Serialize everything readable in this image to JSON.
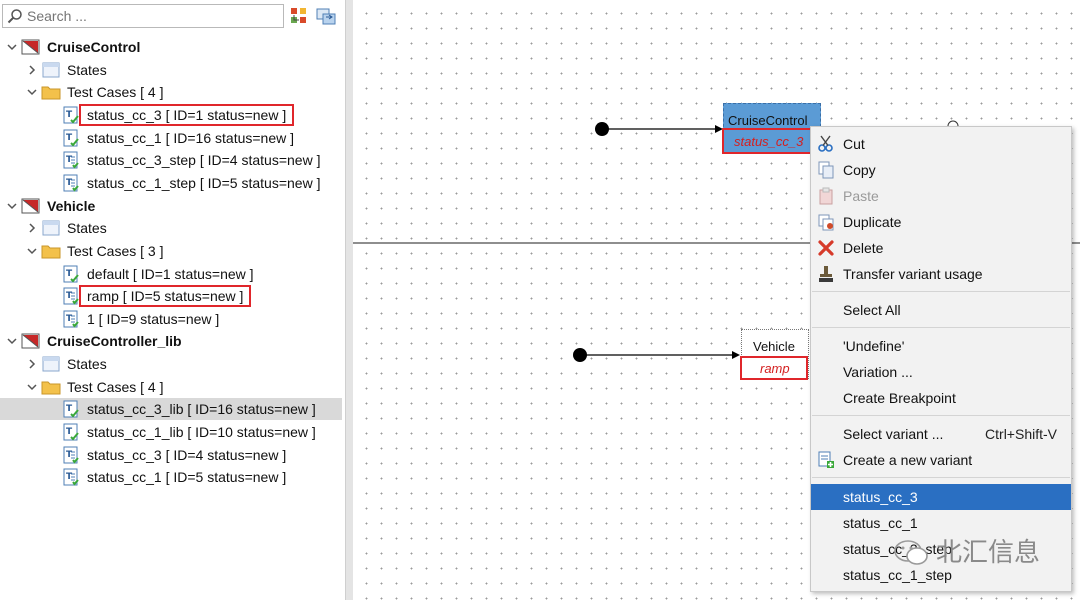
{
  "search": {
    "placeholder": "Search ..."
  },
  "tree": [
    {
      "label": "CruiseControl",
      "kind": "model",
      "bold": true
    },
    {
      "label": "States",
      "kind": "states"
    },
    {
      "label": "Test Cases  [ 4 ]",
      "kind": "folder"
    },
    {
      "label": "status_cc_3  [ ID=1 status=new ]",
      "kind": "test-case"
    },
    {
      "label": "status_cc_1  [ ID=16 status=new ]",
      "kind": "test-case"
    },
    {
      "label": "status_cc_3_step  [ ID=4 status=new ]",
      "kind": "test-case-step"
    },
    {
      "label": "status_cc_1_step  [ ID=5 status=new ]",
      "kind": "test-case-step"
    },
    {
      "label": "Vehicle",
      "kind": "model",
      "bold": true
    },
    {
      "label": "States",
      "kind": "states"
    },
    {
      "label": "Test Cases  [ 3 ]",
      "kind": "folder"
    },
    {
      "label": "default  [ ID=1 status=new ]",
      "kind": "test-case"
    },
    {
      "label": "ramp  [ ID=5 status=new ]",
      "kind": "test-case-step"
    },
    {
      "label": "1  [ ID=9 status=new ]",
      "kind": "test-case-step"
    },
    {
      "label": "CruiseController_lib",
      "kind": "model",
      "bold": true
    },
    {
      "label": "States",
      "kind": "states"
    },
    {
      "label": "Test Cases  [ 4 ]",
      "kind": "folder"
    },
    {
      "label": "status_cc_3_lib  [ ID=16 status=new ]",
      "kind": "test-case"
    },
    {
      "label": "status_cc_1_lib  [ ID=10 status=new ]",
      "kind": "test-case"
    },
    {
      "label": "status_cc_3  [ ID=4 status=new ]",
      "kind": "test-case-step"
    },
    {
      "label": "status_cc_1  [ ID=5 status=new ]",
      "kind": "test-case-step"
    }
  ],
  "diagram": {
    "state1": {
      "name": "CruiseControl",
      "variant": "status_cc_3"
    },
    "state2": {
      "name": "Vehicle",
      "variant": "ramp"
    }
  },
  "menu": [
    {
      "label": "Cut",
      "icon": "scissors-icon"
    },
    {
      "label": "Copy",
      "icon": "copy-icon"
    },
    {
      "label": "Paste",
      "icon": "paste-icon",
      "disabled": true
    },
    {
      "label": "Duplicate",
      "icon": "duplicate-icon"
    },
    {
      "label": "Delete",
      "icon": "delete-icon"
    },
    {
      "label": "Transfer variant usage",
      "icon": "transfer-icon"
    },
    {
      "label": "Select All"
    },
    {
      "label": "'Undefine'"
    },
    {
      "label": "Variation ..."
    },
    {
      "label": "Create Breakpoint"
    },
    {
      "label": "Select variant ...",
      "shortcut": "Ctrl+Shift-V"
    },
    {
      "label": "Create a new variant",
      "icon": "new-variant-icon"
    },
    {
      "label": "status_cc_3",
      "active": true
    },
    {
      "label": "status_cc_1"
    },
    {
      "label": "status_cc_3_step"
    },
    {
      "label": "status_cc_1_step"
    }
  ],
  "watermark": {
    "text": "北汇信息"
  },
  "colors": {
    "selection": "#2a6fc2",
    "highlight_box": "#e0262b",
    "state_fill": "#5b9bd5",
    "variant_text": "#d42020"
  }
}
